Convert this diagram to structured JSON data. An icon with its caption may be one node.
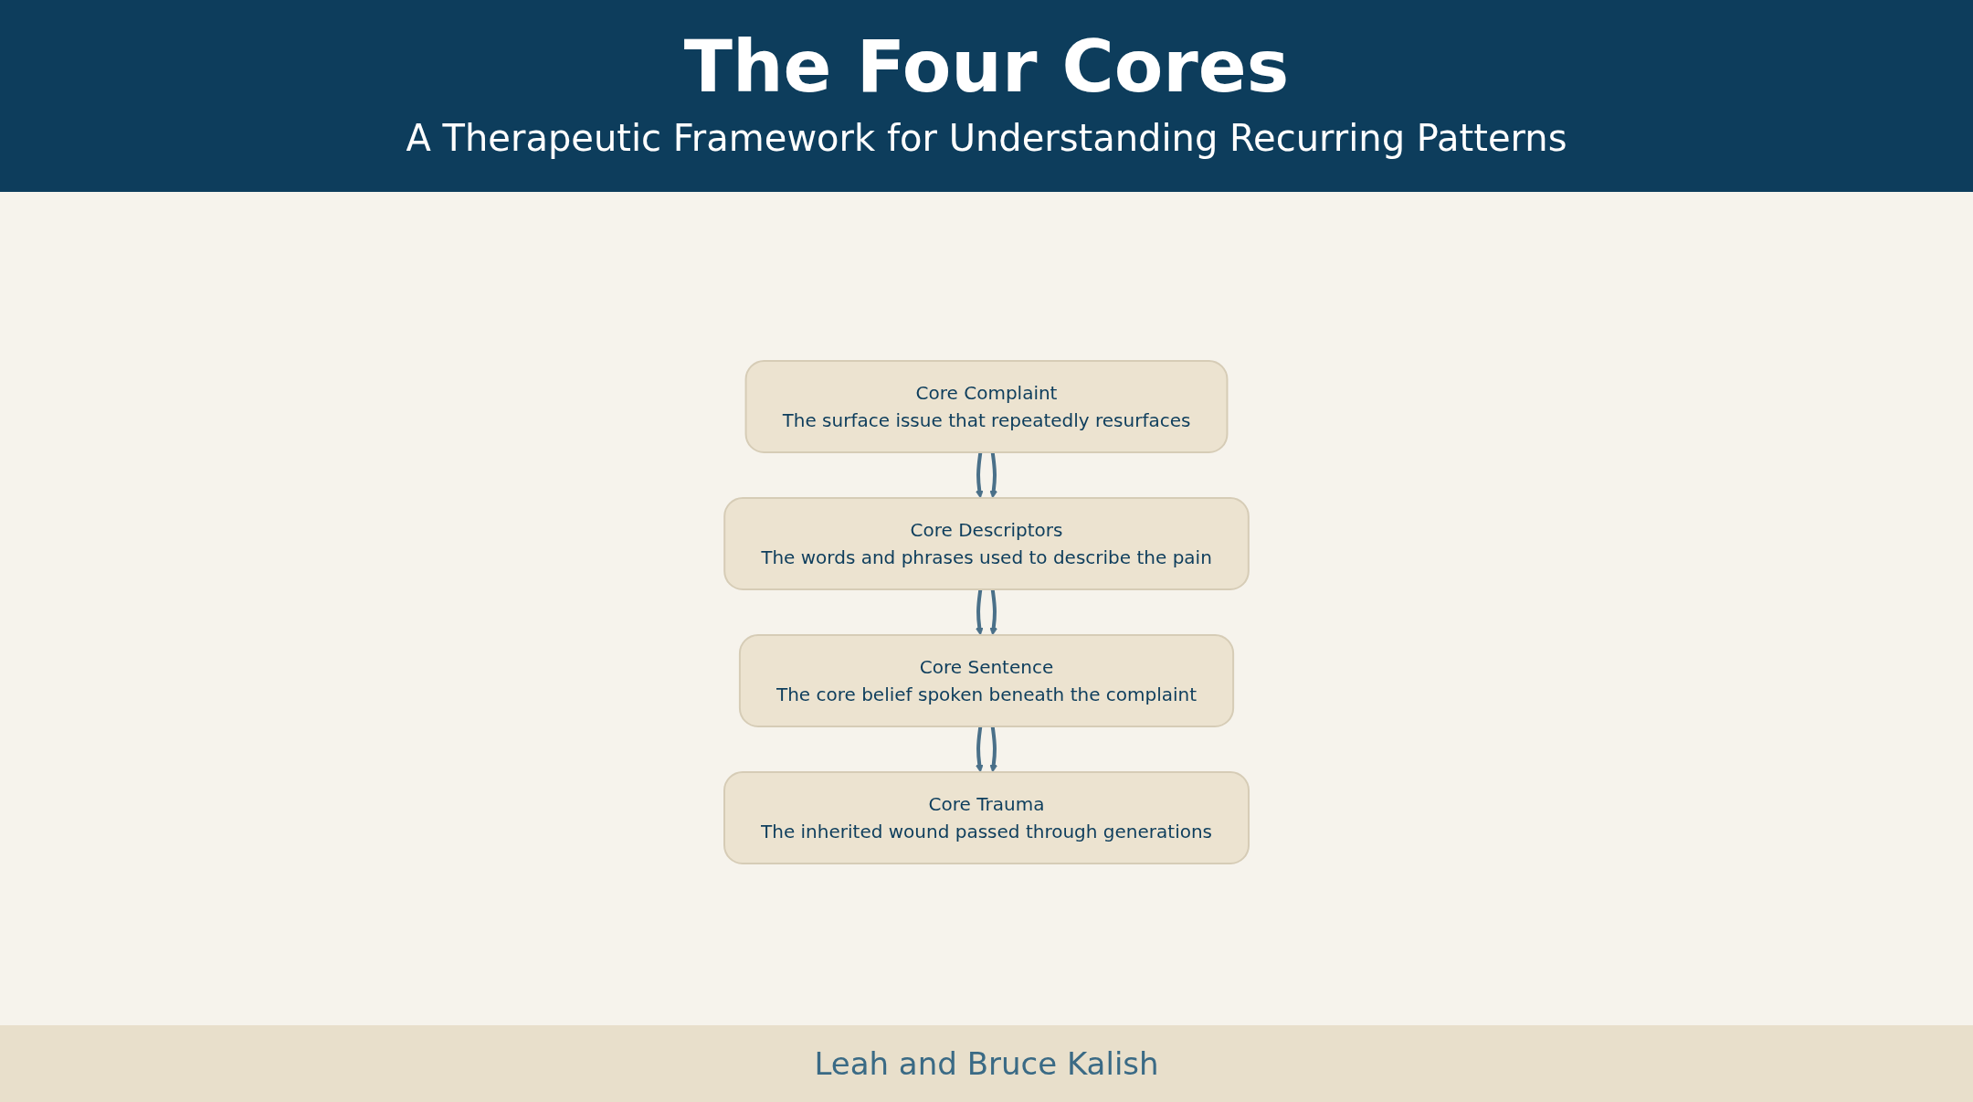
{
  "diagram": {
    "title": "The Four Cores",
    "nodes": [
      {
        "text": [
          "Core Complaint",
          "The surface issue that repeatedly resurfaces"
        ]
      },
      {
        "text": [
          "Core Descriptors",
          "The words and phrases used to describe the pain"
        ]
      },
      {
        "text": [
          "Core Sentence",
          "The core belief spoken beneath the complaint"
        ]
      },
      {
        "text": [
          "Core Trauma",
          "The inherited wound passed through generations"
        ]
      }
    ],
    "edges": [
      {
        "from": 0,
        "to": 1,
        "arrow": "to"
      },
      {
        "from": 0,
        "to": 1,
        "arrow": "to"
      },
      {
        "from": 1,
        "to": 2,
        "arrow": "to"
      },
      {
        "from": 1,
        "to": 2,
        "arrow": "to"
      },
      {
        "from": 2,
        "to": 3,
        "arrow": "to"
      },
      {
        "from": 2,
        "to": 3,
        "arrow": "to"
      }
    ],
    "labels": [
      "A Therapeutic Framework for Understanding Recurring Patterns",
      "Leah and Bruce Kalish"
    ]
  }
}
